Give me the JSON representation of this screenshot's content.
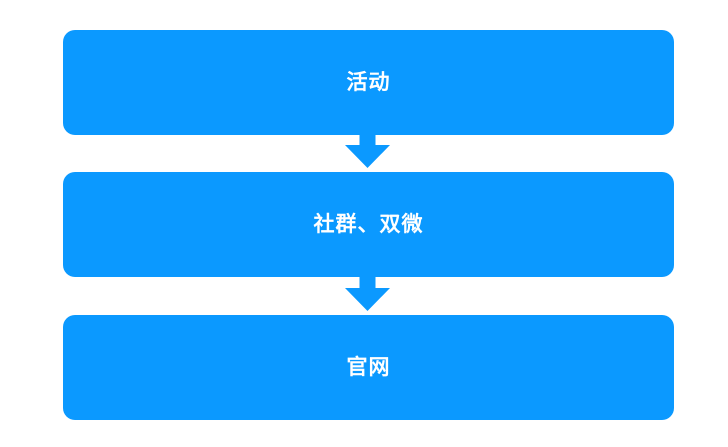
{
  "diagram": {
    "type": "vertical-flowchart",
    "orientation": "top-to-bottom",
    "background_color": "#ffffff",
    "node_color": "#0b99ff",
    "node_text_color": "#ffffff",
    "connector_color": "#0b99ff",
    "nodes": [
      {
        "id": "node-activity",
        "label": "活动"
      },
      {
        "id": "node-community",
        "label": "社群、双微"
      },
      {
        "id": "node-website",
        "label": "官网"
      }
    ],
    "connectors": [
      {
        "id": "arrow-activity-to-community",
        "icon": "arrow-down-icon",
        "from": "node-activity",
        "to": "node-community"
      },
      {
        "id": "arrow-community-to-website",
        "icon": "arrow-down-icon",
        "from": "node-community",
        "to": "node-website"
      }
    ]
  }
}
